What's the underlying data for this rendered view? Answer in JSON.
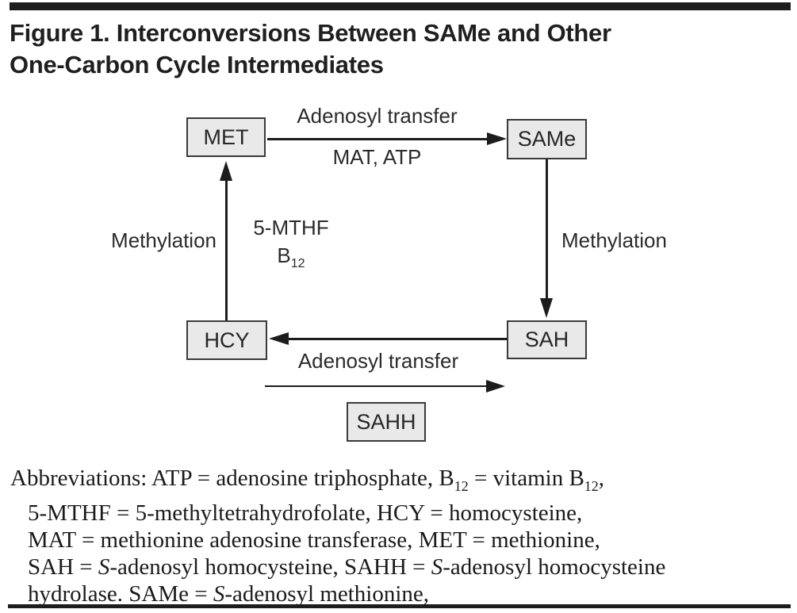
{
  "figure": {
    "title_lines": [
      "Figure 1. Interconversions Between SAMe and Other",
      "One-Carbon Cycle Intermediates"
    ]
  },
  "diagram": {
    "nodes": {
      "met": "MET",
      "same": "SAMe",
      "hcy": "HCY",
      "sah": "SAH",
      "sahh": "SAHH"
    },
    "labels": {
      "adenosyl_top": "Adenosyl transfer",
      "mat_atp": "MAT, ATP",
      "methylation_left": "Methylation",
      "methylation_right": "Methylation",
      "mthf": "5-MTHF",
      "b12_base": "B",
      "b12_sub": "12",
      "adenosyl_bottom": "Adenosyl transfer"
    },
    "arrows": [
      {
        "from": "MET",
        "to": "SAMe",
        "label": "Adenosyl transfer / MAT, ATP"
      },
      {
        "from": "SAMe",
        "to": "SAH",
        "label": "Methylation"
      },
      {
        "from": "SAH",
        "to": "HCY",
        "label": "Adenosyl transfer"
      },
      {
        "from": "HCY",
        "to": "MET",
        "label": "Methylation / 5-MTHF B12"
      },
      {
        "from": "HCY",
        "to": "SAH",
        "label": "SAHH"
      }
    ]
  },
  "abbreviations": {
    "lines": [
      [
        {
          "t": "Abbreviations: ATP = adenosine triphosphate, B"
        },
        {
          "t": "12",
          "sub": true
        },
        {
          "t": " = vitamin B"
        },
        {
          "t": "12",
          "sub": true
        },
        {
          "t": ","
        }
      ],
      [
        {
          "t": "5-MTHF = 5-methyltetrahydrofolate, HCY = homocysteine,"
        }
      ],
      [
        {
          "t": "MAT = methionine adenosine transferase, MET = methionine,"
        }
      ],
      [
        {
          "t": "SAH = "
        },
        {
          "t": "S",
          "i": true
        },
        {
          "t": "-adenosyl homocysteine, SAHH = "
        },
        {
          "t": "S",
          "i": true
        },
        {
          "t": "-adenosyl homocysteine"
        }
      ],
      [
        {
          "t": "hydrolase. SAMe = "
        },
        {
          "t": "S",
          "i": true
        },
        {
          "t": "-adenosyl methionine,"
        }
      ]
    ]
  },
  "colors": {
    "ink": "#1d1d1d",
    "box-fill": "#e9e9e9",
    "box-border": "#3a3a3a",
    "label": "#2b2b2b",
    "bg": "#ffffff"
  }
}
